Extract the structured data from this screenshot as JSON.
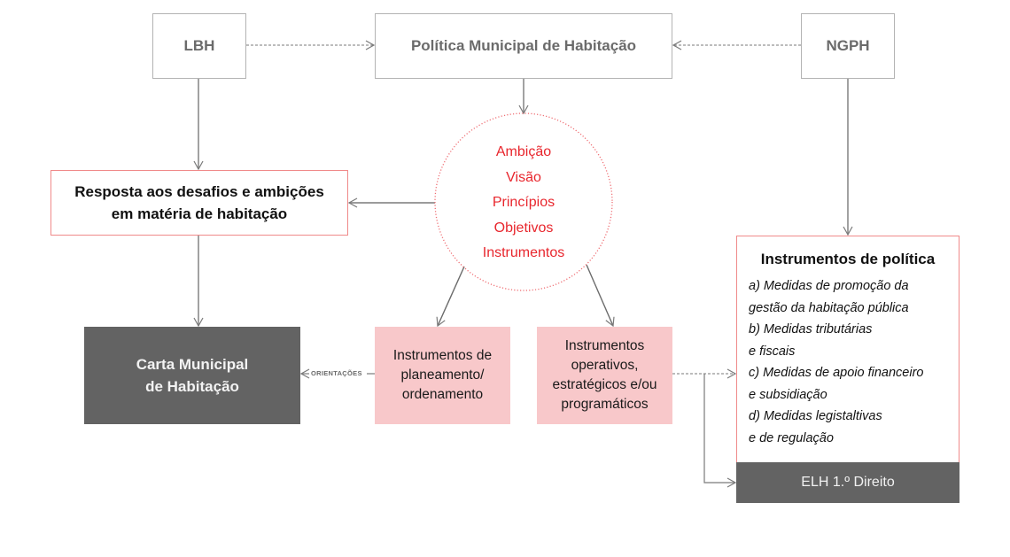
{
  "nodes": {
    "lbh": "LBH",
    "politica": "Política Municipal de Habitação",
    "ngph": "NGPH",
    "core_items": [
      "Ambição",
      "Visão",
      "Princípios",
      "Objetivos",
      "Instrumentos"
    ],
    "resposta": [
      "Resposta aos desafios e ambições",
      "em matéria de habitação"
    ],
    "carta": [
      "Carta Municipal",
      "de Habitação"
    ],
    "planeamento": [
      "Instrumentos de",
      "planeamento/",
      "ordenamento"
    ],
    "operativos": [
      "Instrumentos",
      "operativos,",
      "estratégicos e/ou",
      "programáticos"
    ],
    "policy_instruments": {
      "title": "Instrumentos de política",
      "lines": [
        "a) Medidas de promoção da",
        "gestão da habitação pública",
        "b) Medidas tributárias",
        "e fiscais",
        "c) Medidas de apoio financeiro",
        "e subsidiação",
        "d) Medidas legistaltivas",
        "e de regulação"
      ]
    },
    "elh": "ELH 1.º Direito"
  },
  "edge_labels": {
    "orientacoes": "ORIENTAÇÕES"
  },
  "colors": {
    "accent_red": "#e8262d",
    "box_border_red": "#f08a8a",
    "pink_fill": "#f8c8ca",
    "dark_fill": "#636363",
    "connector_grey": "#7a7a7a"
  }
}
